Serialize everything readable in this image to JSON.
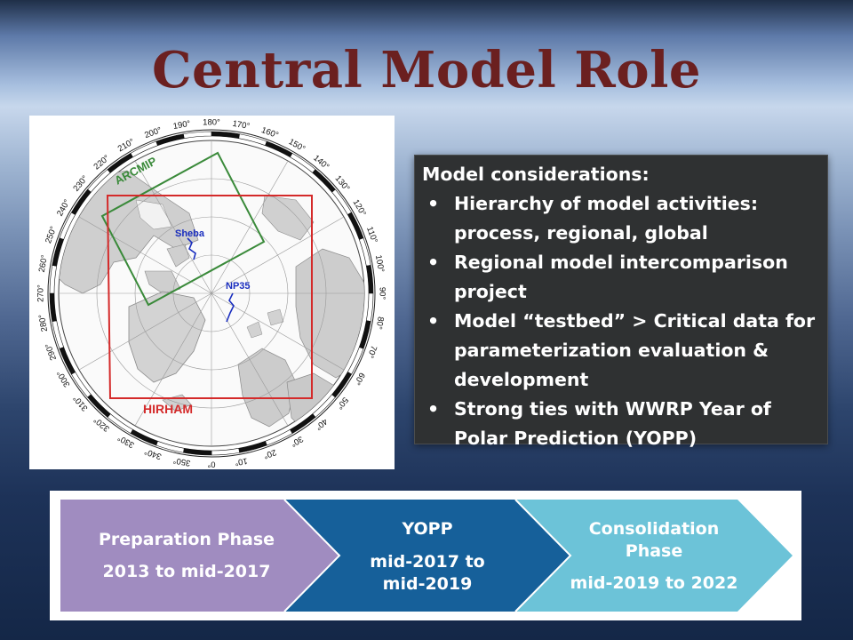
{
  "slide": {
    "title": "Central Model Role"
  },
  "map": {
    "degree_labels": [
      "180°",
      "170°",
      "160°",
      "150°",
      "140°",
      "130°",
      "120°",
      "110°",
      "100°",
      "90°",
      "80°",
      "70°",
      "60°",
      "50°",
      "40°",
      "30°",
      "20°",
      "10°",
      "0°",
      "350°",
      "340°",
      "330°",
      "320°",
      "310°",
      "300°",
      "290°",
      "280°",
      "270°",
      "260°",
      "250°",
      "240°",
      "230°",
      "220°",
      "210°",
      "200°",
      "190°"
    ],
    "labels": {
      "arcmip": "ARCMIP",
      "hirham": "HIRHAM",
      "sheba": "Sheba",
      "np35": "NP35"
    },
    "colors": {
      "arcmip": "#3a8a3a",
      "hirham": "#d42a2a",
      "tracks": "#1a2ebf"
    }
  },
  "considerations": {
    "heading": "Model considerations:",
    "bullet": "•",
    "items": [
      "Hierarchy of model activities: process, regional, global",
      "Regional model intercomparison project",
      "Model “testbed” > Critical data for parameterization evaluation & development",
      "Strong ties with WWRP Year of Polar Prediction (YOPP)"
    ]
  },
  "timeline": {
    "phases": [
      {
        "lines": [
          "Preparation Phase",
          "2013 to mid-2017"
        ],
        "color": "#a08cc0"
      },
      {
        "lines": [
          "YOPP",
          "mid-2017 to",
          "mid-2019"
        ],
        "color": "#16609a"
      },
      {
        "lines": [
          "Consolidation",
          "Phase",
          "mid-2019 to 2022"
        ],
        "color": "#6cc3d8"
      }
    ]
  }
}
